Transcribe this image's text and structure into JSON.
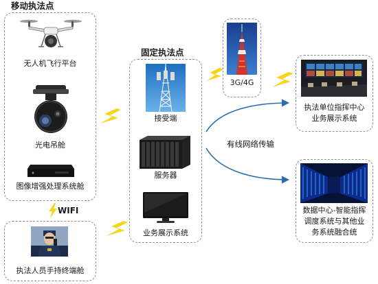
{
  "mobile_section": {
    "title": "移动执法点",
    "drone_label": "无人机飞行平台",
    "gimbal_label": "光电吊舱",
    "enhancer_label": "图像增强处理系统舱"
  },
  "wifi_label": "WIFI",
  "terminal_section": {
    "label": "执法人员手持终端舱"
  },
  "fixed_section": {
    "title": "固定执法点",
    "receiver_label": "接受端",
    "server_label": "服务器",
    "display_label": "业务展示系统"
  },
  "mobile_network": {
    "label": "3G/4G"
  },
  "wired_label": "有线网络传输",
  "command_center": {
    "label_line1": "执法单位指挥中心",
    "label_line2": "业务展示系统"
  },
  "data_center": {
    "label_line1": "数据中心-智能指挥",
    "label_line2": "调度系统与其他业",
    "label_line3": "务系统融合统"
  },
  "colors": {
    "dashed_border": "#8f8f8f",
    "lightning": "#f7d51d",
    "arrow": "#2b6cb0",
    "tower_red": "#d0342c",
    "sky_blue": "#1f5fb4",
    "server_blue": "#1f4fd8"
  }
}
